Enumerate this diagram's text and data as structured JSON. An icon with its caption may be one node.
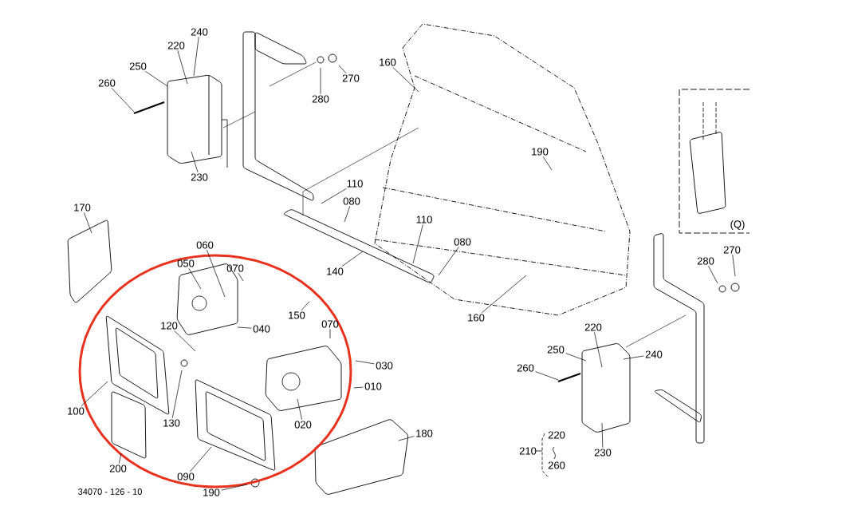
{
  "diagram": {
    "nodes": [
      {
        "text": [
          "240"
        ]
      },
      {
        "text": [
          "220"
        ]
      },
      {
        "text": [
          "250"
        ]
      },
      {
        "text": [
          "260"
        ]
      },
      {
        "text": [
          "230"
        ]
      },
      {
        "text": [
          "280"
        ]
      },
      {
        "text": [
          "270"
        ]
      },
      {
        "text": [
          "160"
        ]
      },
      {
        "text": [
          "190"
        ]
      },
      {
        "text": [
          "110"
        ]
      },
      {
        "text": [
          "080"
        ]
      },
      {
        "text": [
          "170"
        ]
      },
      {
        "text": [
          "110"
        ]
      },
      {
        "text": [
          "080"
        ]
      },
      {
        "text": [
          "060"
        ]
      },
      {
        "text": [
          "050"
        ]
      },
      {
        "text": [
          "070"
        ]
      },
      {
        "text": [
          "140"
        ]
      },
      {
        "text": [
          "040"
        ]
      },
      {
        "text": [
          "150"
        ]
      },
      {
        "text": [
          "120"
        ]
      },
      {
        "text": [
          "070"
        ]
      },
      {
        "text": [
          "030"
        ]
      },
      {
        "text": [
          "010"
        ]
      },
      {
        "text": [
          "020"
        ]
      },
      {
        "text": [
          "100"
        ]
      },
      {
        "text": [
          "130"
        ]
      },
      {
        "text": [
          "160"
        ]
      },
      {
        "text": [
          "200"
        ]
      },
      {
        "text": [
          "090"
        ]
      },
      {
        "text": [
          "190"
        ]
      },
      {
        "text": [
          "180"
        ]
      },
      {
        "text": [
          "280"
        ]
      },
      {
        "text": [
          "270"
        ]
      },
      {
        "text": [
          "220"
        ]
      },
      {
        "text": [
          "250"
        ]
      },
      {
        "text": [
          "240"
        ]
      },
      {
        "text": [
          "260"
        ]
      },
      {
        "text": [
          "230"
        ]
      }
    ],
    "edges": [
      {
        "from": 0,
        "to": null,
        "arrow": "none"
      },
      {
        "from": 1,
        "to": null,
        "arrow": "none"
      },
      {
        "from": 2,
        "to": null,
        "arrow": "none"
      },
      {
        "from": 3,
        "to": null,
        "arrow": "none"
      },
      {
        "from": 4,
        "to": null,
        "arrow": "none"
      },
      {
        "from": 5,
        "to": null,
        "arrow": "none"
      },
      {
        "from": 6,
        "to": null,
        "arrow": "none"
      },
      {
        "from": 7,
        "to": null,
        "arrow": "none"
      },
      {
        "from": 8,
        "to": null,
        "arrow": "none"
      },
      {
        "from": 9,
        "to": null,
        "arrow": "none"
      },
      {
        "from": 10,
        "to": null,
        "arrow": "none"
      },
      {
        "from": 11,
        "to": null,
        "arrow": "none"
      },
      {
        "from": 12,
        "to": null,
        "arrow": "none"
      },
      {
        "from": 13,
        "to": null,
        "arrow": "none"
      },
      {
        "from": 14,
        "to": null,
        "arrow": "none"
      },
      {
        "from": 15,
        "to": null,
        "arrow": "none"
      },
      {
        "from": 16,
        "to": null,
        "arrow": "none"
      },
      {
        "from": 17,
        "to": null,
        "arrow": "none"
      },
      {
        "from": 18,
        "to": null,
        "arrow": "none"
      },
      {
        "from": 19,
        "to": null,
        "arrow": "none"
      },
      {
        "from": 20,
        "to": null,
        "arrow": "none"
      },
      {
        "from": 21,
        "to": null,
        "arrow": "none"
      },
      {
        "from": 22,
        "to": null,
        "arrow": "none"
      },
      {
        "from": 23,
        "to": null,
        "arrow": "none"
      },
      {
        "from": 24,
        "to": null,
        "arrow": "none"
      },
      {
        "from": 25,
        "to": null,
        "arrow": "none"
      },
      {
        "from": 26,
        "to": null,
        "arrow": "none"
      },
      {
        "from": 27,
        "to": null,
        "arrow": "none"
      },
      {
        "from": 28,
        "to": null,
        "arrow": "none"
      },
      {
        "from": 29,
        "to": null,
        "arrow": "none"
      },
      {
        "from": 30,
        "to": null,
        "arrow": "none"
      },
      {
        "from": 31,
        "to": null,
        "arrow": "none"
      },
      {
        "from": 32,
        "to": null,
        "arrow": "none"
      },
      {
        "from": 33,
        "to": null,
        "arrow": "none"
      },
      {
        "from": 34,
        "to": null,
        "arrow": "none"
      },
      {
        "from": 35,
        "to": null,
        "arrow": "none"
      },
      {
        "from": 36,
        "to": null,
        "arrow": "none"
      },
      {
        "from": 37,
        "to": null,
        "arrow": "none"
      },
      {
        "from": 38,
        "to": null,
        "arrow": "none"
      }
    ],
    "labels": [
      "(Q)",
      "210",
      "220",
      "260",
      "34070 - 126 - 10"
    ]
  }
}
